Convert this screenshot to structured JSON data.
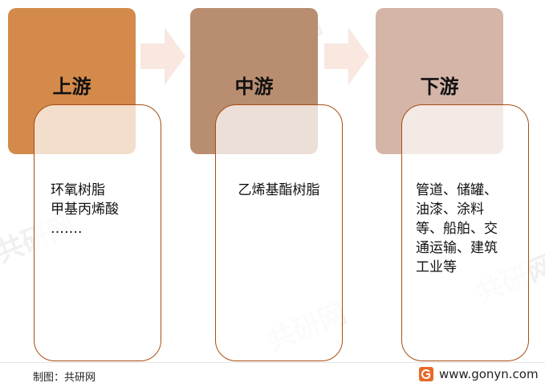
{
  "colors": {
    "upstream": "#d48a4a",
    "midstream": "#b98d6f",
    "downstream": "#d4b5a7",
    "arrow": "#f8e8e0",
    "border": "#a84d12"
  },
  "stages": [
    {
      "title": "上游",
      "items": [
        "环氧树脂",
        "甲基丙烯酸",
        "……."
      ]
    },
    {
      "title": "中游",
      "items": [
        "乙烯基酯树脂"
      ]
    },
    {
      "title": "下游",
      "items": [
        "管道、储罐、",
        "油漆、涂料",
        "等、船舶、交",
        "通运输、建筑",
        "工业等"
      ]
    }
  ],
  "footer": {
    "credit": "制图：共研网",
    "site": "www.gonyn.com",
    "logo_icon": "gonyn-logo-icon"
  }
}
